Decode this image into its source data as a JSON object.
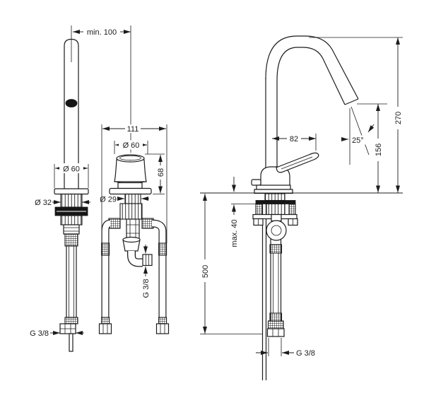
{
  "drawing": {
    "type": "faucet-installation-dimension-drawing",
    "background": "#ffffff",
    "line_color": "#1c1c1c"
  },
  "labels": {
    "left_view": {
      "min_clearance": "min. 100",
      "escutcheon_diameter": "Ø 60",
      "shank_diameter": "Ø 32",
      "hose_thread": "G 3/8"
    },
    "middle_view": {
      "overall_width": "111",
      "handle_diameter": "Ø 60",
      "handle_height": "68",
      "shank_diameter": "Ø 29",
      "outlet_thread": "G 3/8"
    },
    "right_view": {
      "spout_reach": "82",
      "spray_angle": "25°",
      "total_height": "270",
      "outlet_height": "156",
      "max_mounting_thickness": "max. 40",
      "hose_length": "500",
      "hose_thread": "G 3/8"
    }
  }
}
